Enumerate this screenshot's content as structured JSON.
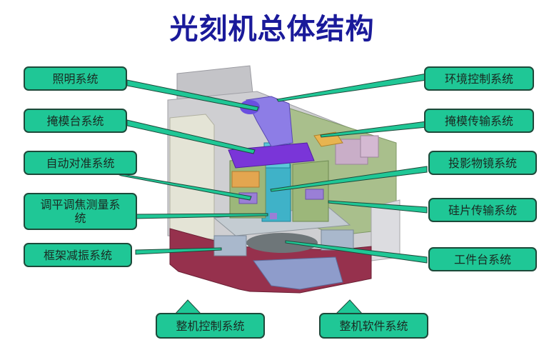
{
  "title": "光刻机总体结构",
  "colors": {
    "title": "#1a1a9a",
    "callout_fill": "#1fc796",
    "callout_border": "#1d4a3a"
  },
  "callouts": {
    "left": [
      {
        "label": "照明系统"
      },
      {
        "label": "掩模台系统"
      },
      {
        "label": "自动对准系统"
      },
      {
        "label": "调平调焦测量系统"
      },
      {
        "label": "框架减振系统"
      }
    ],
    "right": [
      {
        "label": "环境控制系统"
      },
      {
        "label": "掩模传输系统"
      },
      {
        "label": "投影物镜系统"
      },
      {
        "label": "硅片传输系统"
      },
      {
        "label": "工件台系统"
      }
    ],
    "bottom": [
      {
        "label": "整机控制系统"
      },
      {
        "label": "整机软件系统"
      }
    ]
  },
  "image": {
    "subject": "lithography-machine-3d-cutaway"
  }
}
